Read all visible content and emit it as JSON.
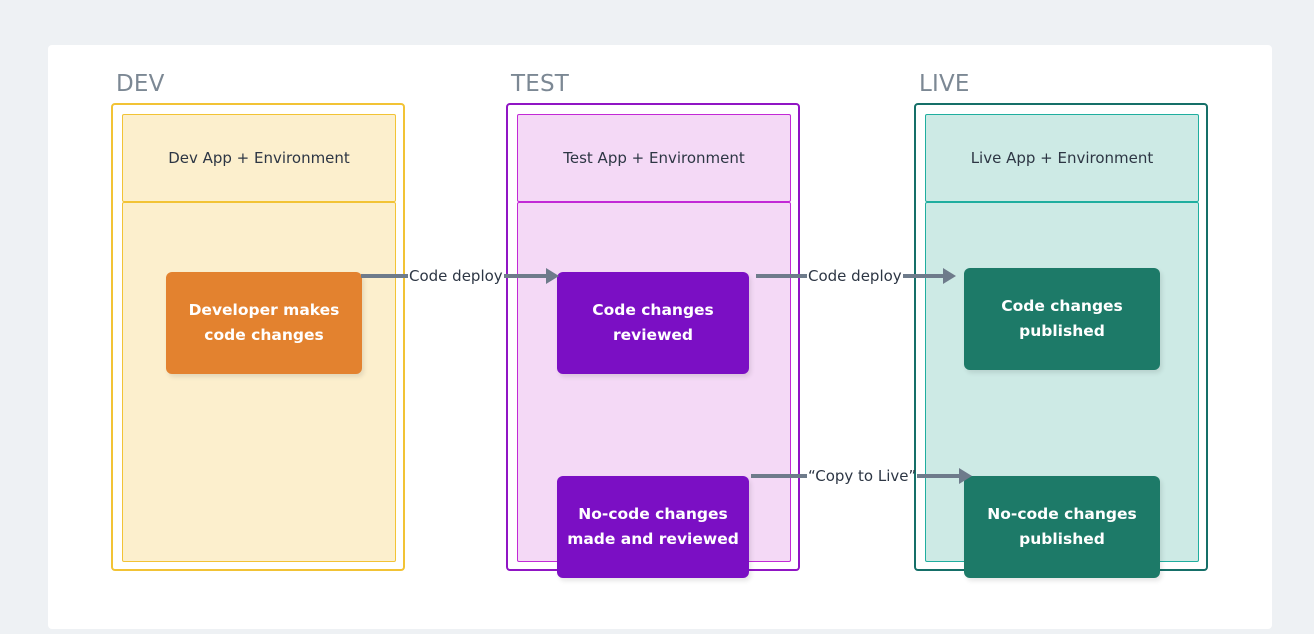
{
  "diagram": {
    "columns": [
      {
        "title": "DEV",
        "env_label": "Dev App + Environment",
        "boxes": [
          {
            "label": "Developer makes code changes"
          }
        ]
      },
      {
        "title": "TEST",
        "env_label": "Test App + Environment",
        "boxes": [
          {
            "label": "Code changes reviewed"
          },
          {
            "label": "No-code changes made and reviewed"
          }
        ]
      },
      {
        "title": "LIVE",
        "env_label": "Live App + Environment",
        "boxes": [
          {
            "label": "Code changes published"
          },
          {
            "label": "No-code changes published"
          }
        ]
      }
    ],
    "connectors": [
      {
        "label": "Code deploy"
      },
      {
        "label": "Code deploy"
      },
      {
        "label": "“Copy to Live”"
      }
    ],
    "colors": {
      "page_background": "#eef1f4",
      "card_background": "#ffffff",
      "title_text": "#7c8894",
      "body_text": "#2d3644",
      "dev_border": "#f2c335",
      "dev_fill": "#fcefcd",
      "dev_box": "#e3822f",
      "test_border": "#9015c4",
      "test_inner_border": "#c229d6",
      "test_fill": "#f4d9f6",
      "test_box": "#7b0fc4",
      "live_border": "#156f68",
      "live_inner_border": "#1fae9f",
      "live_fill": "#cdeae5",
      "live_box": "#1d7a68",
      "connector": "#6e7b8b"
    }
  }
}
